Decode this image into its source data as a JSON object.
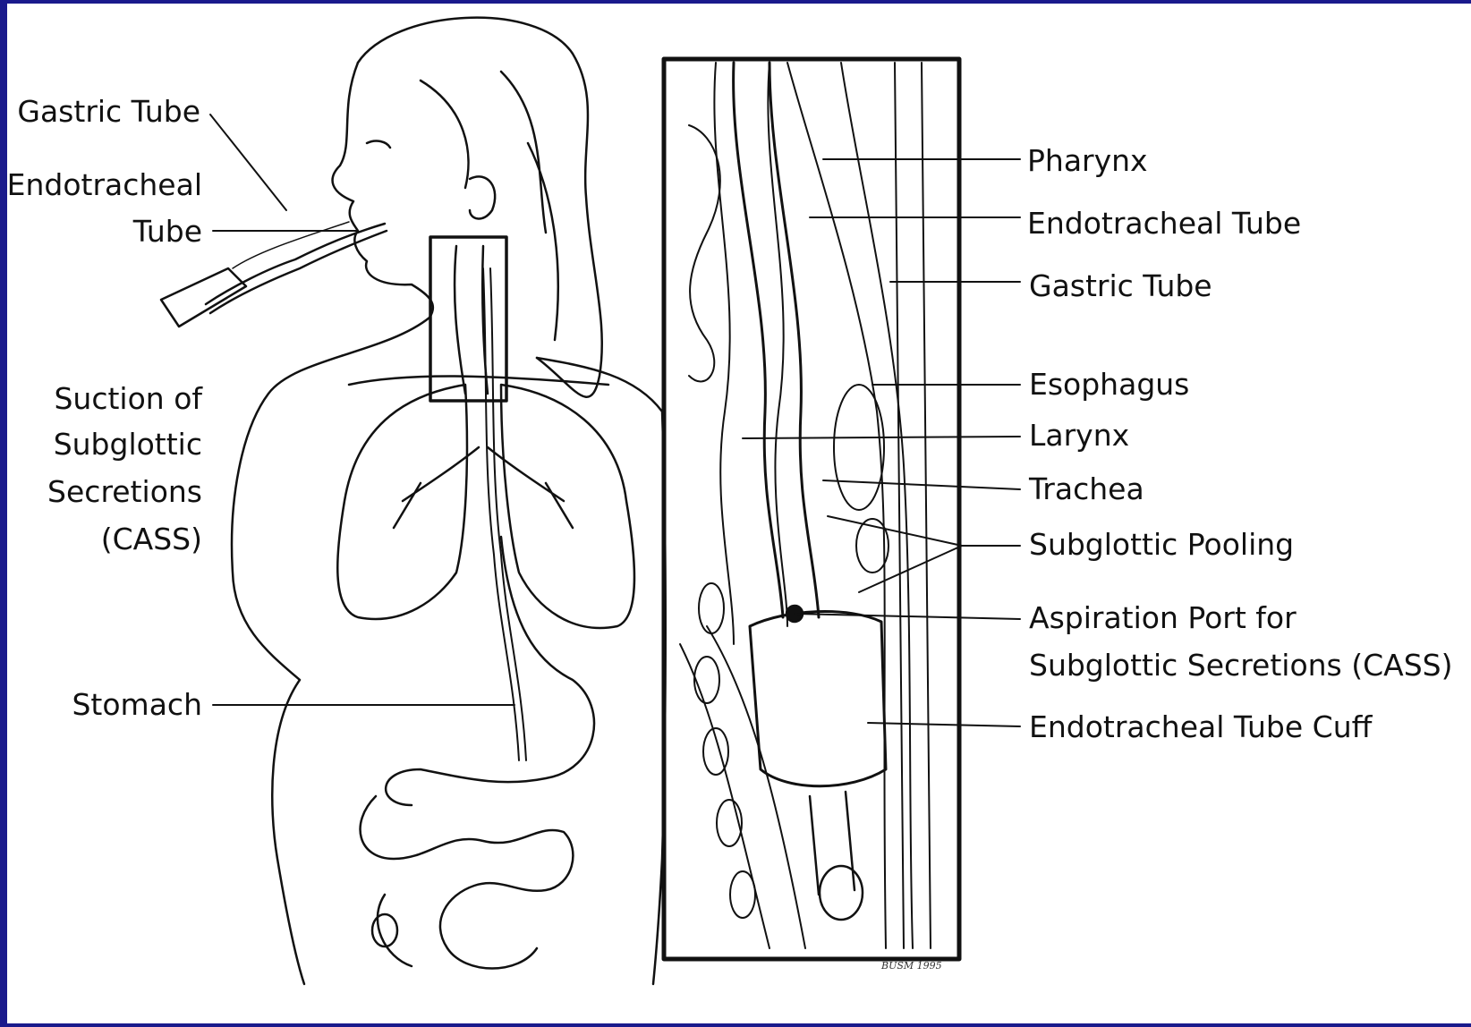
{
  "labels_left": {
    "gastric_tube": "Gastric Tube",
    "endotracheal_line1": "Endotracheal",
    "endotracheal_line2": "Tube",
    "suction_line1": "Suction of",
    "suction_line2": "Subglottic",
    "suction_line3": "Secretions",
    "suction_line4": "(CASS)",
    "stomach": "Stomach"
  },
  "labels_right": {
    "pharynx": "Pharynx",
    "endotracheal_tube": "Endotracheal Tube",
    "gastric_tube": "Gastric Tube",
    "esophagus": "Esophagus",
    "larynx": "Larynx",
    "trachea": "Trachea",
    "subglottic_pooling": "Subglottic Pooling",
    "aspiration_line1": "Aspiration Port for",
    "aspiration_line2": "Subglottic Secretions (CASS)",
    "cuff": "Endotracheal Tube Cuff"
  },
  "signature": "BUSM 1995",
  "colors": {
    "border": "#1a1a8c",
    "background": "#ffffff",
    "ink": "#111111"
  }
}
